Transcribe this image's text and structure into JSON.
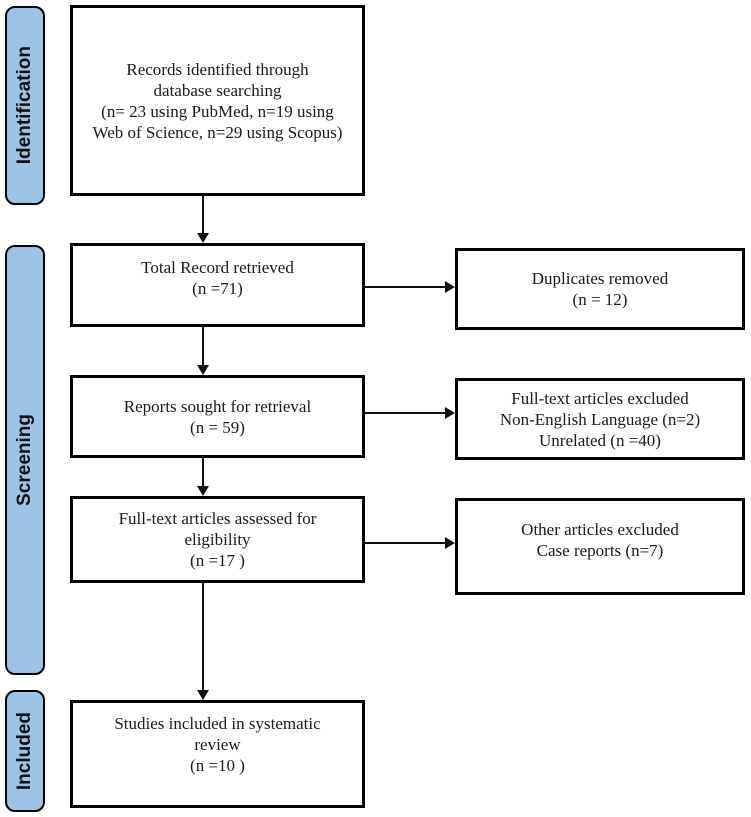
{
  "sidebar": {
    "fill_color": "#9dc3e6",
    "border_color": "#000000",
    "stages": [
      {
        "label": "Identification"
      },
      {
        "label": "Screening"
      },
      {
        "label": "Included"
      }
    ]
  },
  "boxes": {
    "records_identified": {
      "text": "Records identified through\ndatabase searching\n(n= 23 using PubMed, n=19 using\nWeb of Science, n=29 using Scopus)"
    },
    "total_retrieved": {
      "text": "Total Record retrieved\n(n =71)"
    },
    "reports_sought": {
      "text": "Reports sought for retrieval\n(n = 59)"
    },
    "fulltext_assessed": {
      "text": "Full-text articles assessed for\neligibility\n(n =17 )"
    },
    "studies_included": {
      "text": "Studies included in systematic\nreview\n(n =10 )"
    },
    "duplicates_removed": {
      "text": "Duplicates removed\n(n = 12)"
    },
    "fulltext_excluded": {
      "text": "Full-text articles excluded\nNon-English Language (n=2)\nUnrelated (n =40)"
    },
    "other_excluded": {
      "text": "Other articles excluded\nCase reports (n=7)"
    }
  }
}
